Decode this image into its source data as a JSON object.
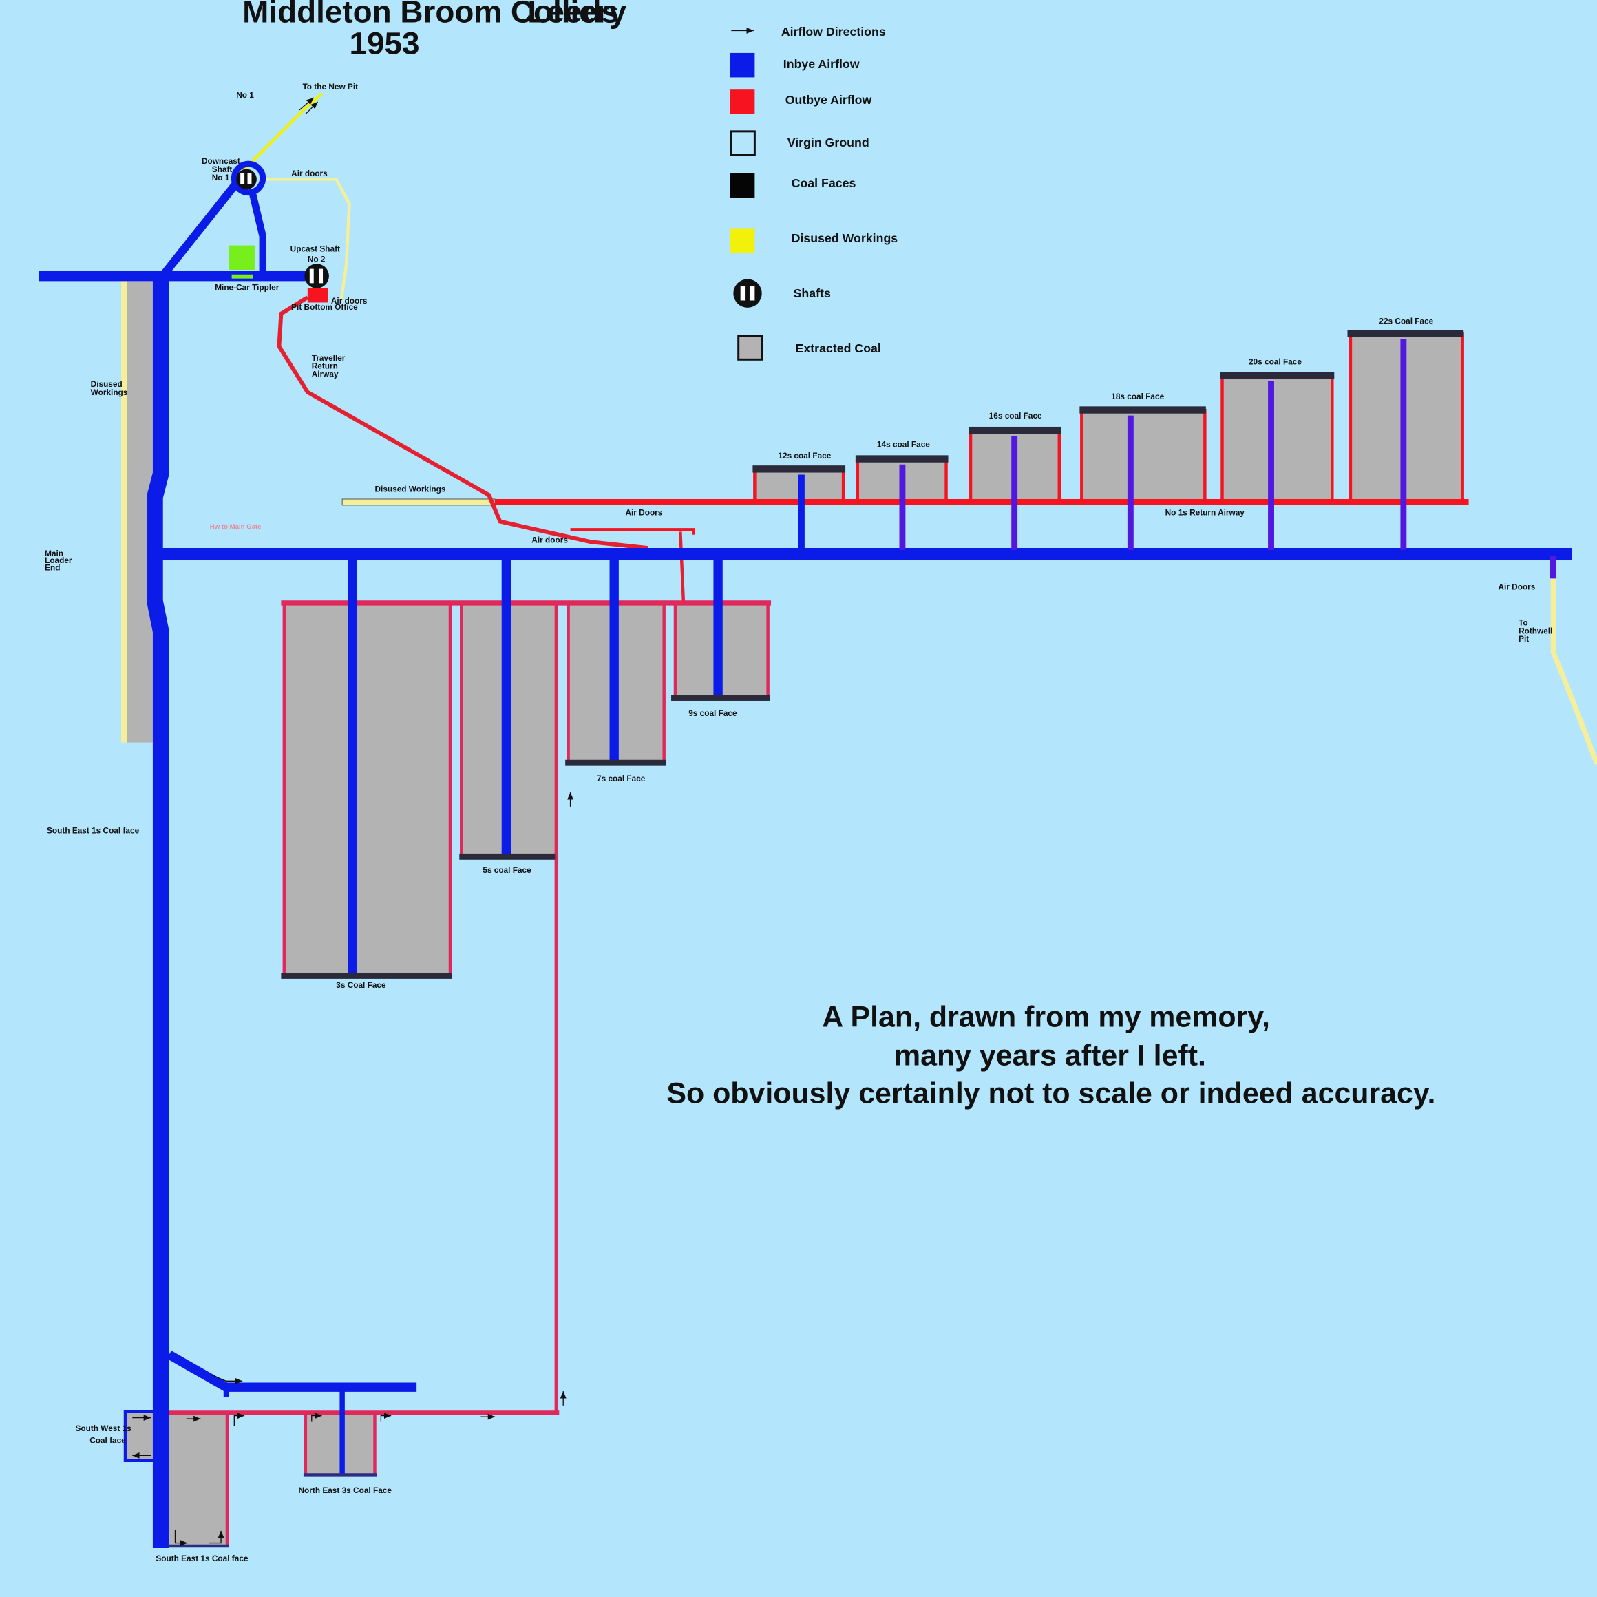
{
  "title": "Middleton Broom Colliery",
  "title_location": "Leeds",
  "year": "1953",
  "legend": [
    {
      "swatch": "arrow",
      "label": "Airflow Directions"
    },
    {
      "swatch": "#0b1be8",
      "label": "Inbye Airflow"
    },
    {
      "swatch": "#f5141f",
      "label": "Outbye Airflow"
    },
    {
      "swatch": "virgin-ground-outline",
      "label": "Virgin Ground"
    },
    {
      "swatch": "#050505",
      "label": "Coal Faces"
    },
    {
      "swatch": "#f1f10c",
      "label": "Disused Workings"
    },
    {
      "swatch": "shaft-icon",
      "label": "Shafts"
    },
    {
      "swatch": "#b3b3b3",
      "label": "Extracted Coal"
    }
  ],
  "colors": {
    "background": "#b3e5fc",
    "inbye": "#0b1be8",
    "outbye": "#f5141f",
    "return_pink": "#e0285a",
    "purple_gate": "#5218e0",
    "disused": "#f6ef9a",
    "extracted": "#b3b3b3",
    "face_dark": "#2a2a3a",
    "tippler": "#76ef1a"
  },
  "labels": {
    "no1": "No 1",
    "to_new_pit": "To the New Pit",
    "downcast": [
      "Downcast",
      "Shaft",
      "No 1"
    ],
    "air_doors_top": "Air doors",
    "upcast": [
      "Upcast Shaft",
      "No 2"
    ],
    "mine_car_tippler": "Mine-Car Tippler",
    "air_doors_upcast": "Air doors",
    "pit_bottom_office": "Pit Bottom Office",
    "traveller_return": [
      "Traveller",
      "Return",
      "Airway"
    ],
    "disused_workings_left": [
      "Disused",
      "Workings"
    ],
    "disused_workings_mid": "Disused Workings",
    "air_doors_mid": "Air Doors",
    "air_doors_low": "Air doors",
    "no1s_return_airway": "No 1s Return Airway",
    "hw_to_main_gate": "Hw to Main Gate",
    "main_loader_end": [
      "Main",
      "Loader",
      "End"
    ],
    "air_doors_right": "Air Doors",
    "to_rothwell_pit": [
      "To",
      "Rothwell",
      "Pit"
    ],
    "south_east_1s_top": "South East 1s Coal face",
    "south_west_1s": [
      "South West 1s",
      "Coal face"
    ],
    "south_east_1s_bottom": "South East 1s Coal face",
    "north_east_3s": "North East 3s Coal Face"
  },
  "faces": {
    "12s": "12s coal Face",
    "14s": "14s coal Face",
    "16s": "16s coal Face",
    "18s": "18s coal Face",
    "20s": "20s coal Face",
    "22s": "22s Coal Face",
    "3s": "3s Coal Face",
    "5s": "5s coal Face",
    "7s": "7s coal Face",
    "9s": "9s coal Face"
  },
  "note": [
    "A Plan, drawn from my memory,",
    "many years after I left.",
    "So obviously certainly not to scale or indeed accuracy."
  ]
}
